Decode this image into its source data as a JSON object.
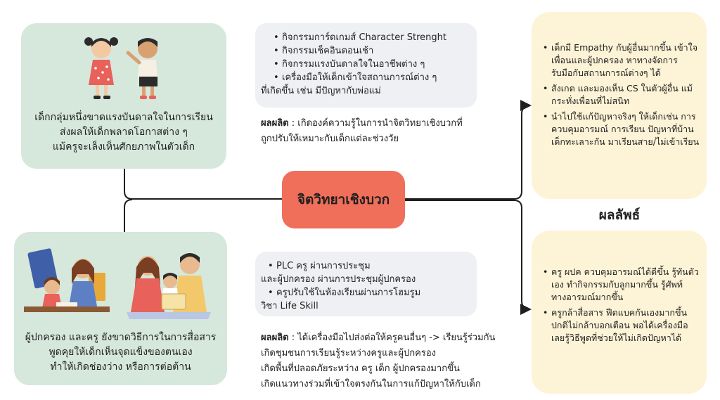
{
  "problems": [
    {
      "lines": [
        "เด็กกลุ่มหนึ่งขาดแรงบันดาลใจในการเรียน",
        "ส่งผลให้เด็กพลาดโอกาสต่าง ๆ",
        "แม้ครูจะเล็งเห็นศักยภาพในตัวเด็ก"
      ]
    },
    {
      "lines": [
        "ผู้ปกครอง และครู ยังขาดวิธีการในการสื่อสาร",
        "พูดคุยให้เด็กเห็นจุดแข็งของตนเอง",
        "ทำให้เกิดช่องว่าง หรือการต่อต้าน"
      ]
    }
  ],
  "center": {
    "label": "จิตวิทยาเชิงบวก"
  },
  "activities_top": {
    "items": [
      "กิจกรรมการ์ดเกมส์ Character Strenght",
      "กิจกรรมเช็คอินตอนเช้า",
      "กิจกรรมแรงบันดาลใจในอาชีพต่าง ๆ",
      "เครื่องมือให้เด็กเข้าใจสถานการณ์ต่าง ๆ"
    ],
    "continuation": "ที่เกิดขึ้น เช่น มีปัญหากับพ่อแม่"
  },
  "activities_bottom": {
    "item1": "PLC ครู ผ่านการประชุม",
    "item1_cont": "และผู้ปกครอง ผ่านการประชุมผู้ปกครอง",
    "item2": "ครูปรับใช้ในห้องเรียนผ่านการโฮมรูม",
    "item2_cont": "วิชา Life Skill"
  },
  "output_top": {
    "label": "ผลผลิต",
    "line1": " : เกิดองค์ความรู้ในการนำจิตวิทยาเชิงบวกที่",
    "line2": "ถูกปรับให้เหมาะกับเด็กแต่ละช่วงวัย"
  },
  "output_bottom": {
    "label": "ผลผลิต",
    "line1": " : ได้เครื่องมือไปส่งต่อให้ครูคนอื่นๆ -> เรียนรู้ร่วมกัน",
    "line2": "เกิดชุมชนการเรียนรู้ระหว่างครูและผู้ปกครอง",
    "line3": "เกิดพื้นที่ปลอดภัยระหว่าง ครู เด็ก ผู้ปกครองมากขึ้น",
    "line4": "เกิดแนวทางร่วมที่เข้าใจตรงกันในการแก้ปัญหาให้กับเด็ก"
  },
  "result_label": "ผลลัพธ์",
  "outcomes_top": [
    [
      "เด็กมี Empathy กับผู้อื่นมากขึ้น เข้าใจ",
      "เพื่อนและผู้ปกครอง หาทางจัดการ",
      "รับมือกับสถานการณ์ต่างๆ ได้"
    ],
    [
      "สังเกต และมองเห็น CS ในตัวผู้อื่น แม้",
      "กระทั่งเพื่อนที่ไม่สนิท"
    ],
    [
      "นำไปใช้แก้ปัญหาจริงๆ ให้เด็กเช่น การ",
      "ควบคุมอารมณ์ การเรียน ปัญหาที่บ้าน",
      "เด็กทะเลาะกัน มาเรียนสาย/ไม่เข้าเรียน"
    ]
  ],
  "outcomes_bottom": [
    [
      "ครู ผปค ควบคุมอารมณ์ได้ดีขึ้น รู้ทันตัว",
      "เอง ทำกิจกรรมกับลูกมากขึ้น รู้ศัพท์",
      "ทางอารมณ์มากขึ้น"
    ],
    [
      "ครูกล้าสื่อสาร ฟีดแบคกันเองมากขึ้น",
      "ปกติไม่กล้าบอกเตือน พอได้เครื่องมือ",
      "เลยรู้วิธีพูดที่ช่วยให้ไม่เกิดปัญหาได้"
    ]
  ],
  "colors": {
    "green_box": "#d6e7dc",
    "grey_box": "#eef0f3",
    "cream_box": "#fdf3d6",
    "center_box": "#ef6f5a",
    "line": "#1f1f1f"
  }
}
